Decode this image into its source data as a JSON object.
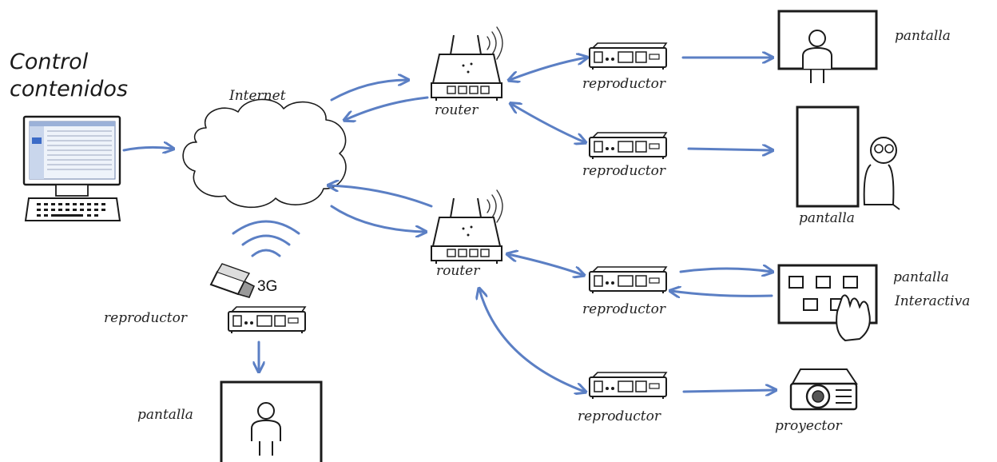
{
  "labels": {
    "control": "Control",
    "contenidos": "contenidos",
    "internet": "Internet",
    "router_top": "router",
    "router_bottom": "router",
    "reproductor_1": "reproductor",
    "reproductor_2": "reproductor",
    "reproductor_3": "reproductor",
    "reproductor_4": "reproductor",
    "reproductor_3g": "reproductor",
    "label_3g": "3G",
    "pantalla_1": "pantalla",
    "pantalla_2": "pantalla",
    "pantalla_interactiva_1": "pantalla",
    "pantalla_interactiva_2": "Interactiva",
    "pantalla_3g": "pantalla",
    "proyector": "proyector"
  },
  "colors": {
    "arrow": "#5b7fc4",
    "ink": "#1b1b1b"
  }
}
